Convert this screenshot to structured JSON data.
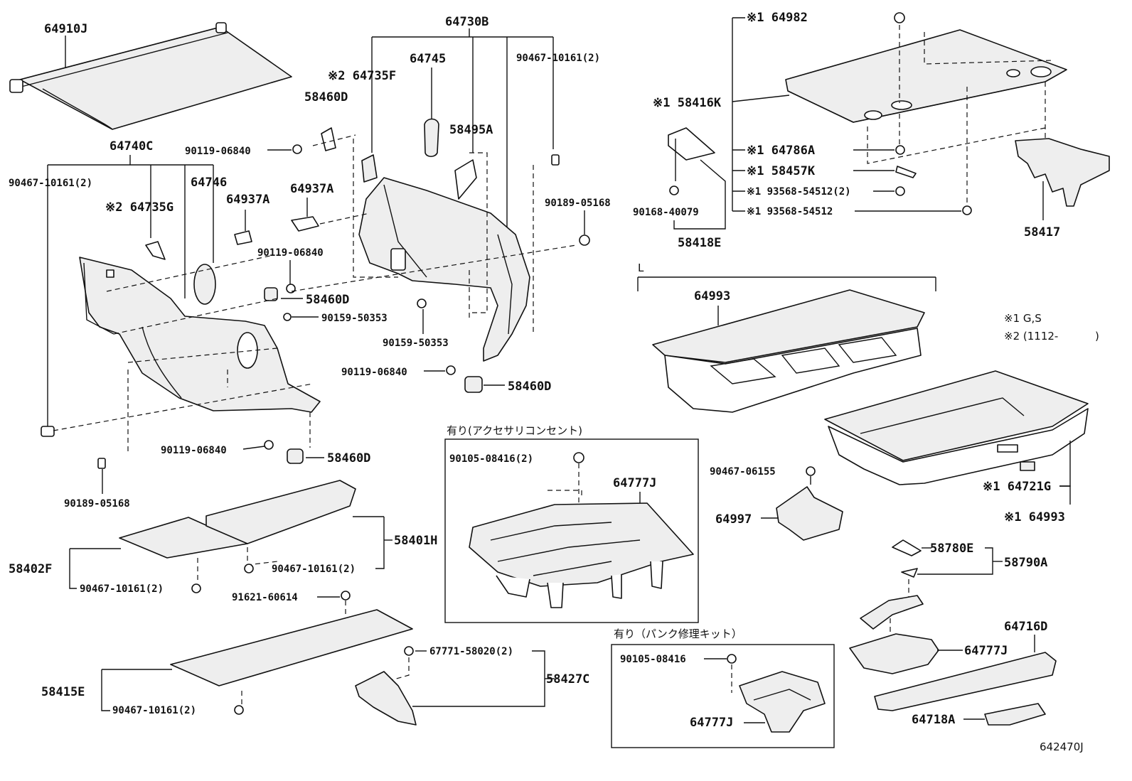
{
  "labels": {
    "p64910J": "64910J",
    "p64740C": "64740C",
    "p90467_a": "90467-10161(2)",
    "p64735G": "※2 64735G",
    "p64746": "64746",
    "p64937A_l": "64937A",
    "p90119_a": "90119-06840",
    "p58460D_a": "58460D",
    "p64735F": "※2 64735F",
    "p64730B": "64730B",
    "p64745": "64745",
    "p90467_b": "90467-10161(2)",
    "p58495A": "58495A",
    "p64937A_r": "64937A",
    "p90119_b": "90119-06840",
    "p58460D_b": "58460D",
    "p90159_a": "90159-50353",
    "p90159_b": "90159-50353",
    "p90189_a": "90189-05168",
    "p90119_c": "90119-06840",
    "p58460D_c": "58460D",
    "p90119_d": "90119-06840",
    "p58460D_d": "58460D",
    "p90189_b": "90189-05168",
    "p64982": "※1 64982",
    "p58416K": "※1 58416K",
    "p64786A": "※1 64786A",
    "p58457K": "※1 58457K",
    "p93568_a": "※1 93568-54512(2)",
    "p93568_b": "※1 93568-54512",
    "p58417": "58417",
    "p90168": "90168-40079",
    "p58418E": "58418E",
    "p64993_a": "64993",
    "p64993_b": "※1 64993",
    "p64721G": "※1 64721G",
    "p90467_c": "90467-06155",
    "p64997": "64997",
    "p58780E": "58780E",
    "p58790A": "58790A",
    "p64716D": "64716D",
    "p64777J_c": "64777J",
    "p64718A": "64718A",
    "p58402F": "58402F",
    "p58401H": "58401H",
    "p90467_d": "90467-10161(2)",
    "p90467_e": "90467-10161(2)",
    "p91621": "91621-60614",
    "p58415E": "58415E",
    "p90467_f": "90467-10161(2)",
    "p67771": "67771-58020(2)",
    "p58427C": "58427C",
    "p90105_a": "90105-08416(2)",
    "p64777J_a": "64777J",
    "p90105_b": "90105-08416",
    "p64777J_b": "64777J"
  },
  "notes": {
    "n1": "※1 G,S",
    "n2": "※2 (1112-",
    "n2_close": ")",
    "corner": "L"
  },
  "boxes": {
    "accessory_outlet": "有り(アクセサリコンセント)",
    "puncture_kit": "有り（パンク修理キット）"
  },
  "figure_id": "642470J"
}
